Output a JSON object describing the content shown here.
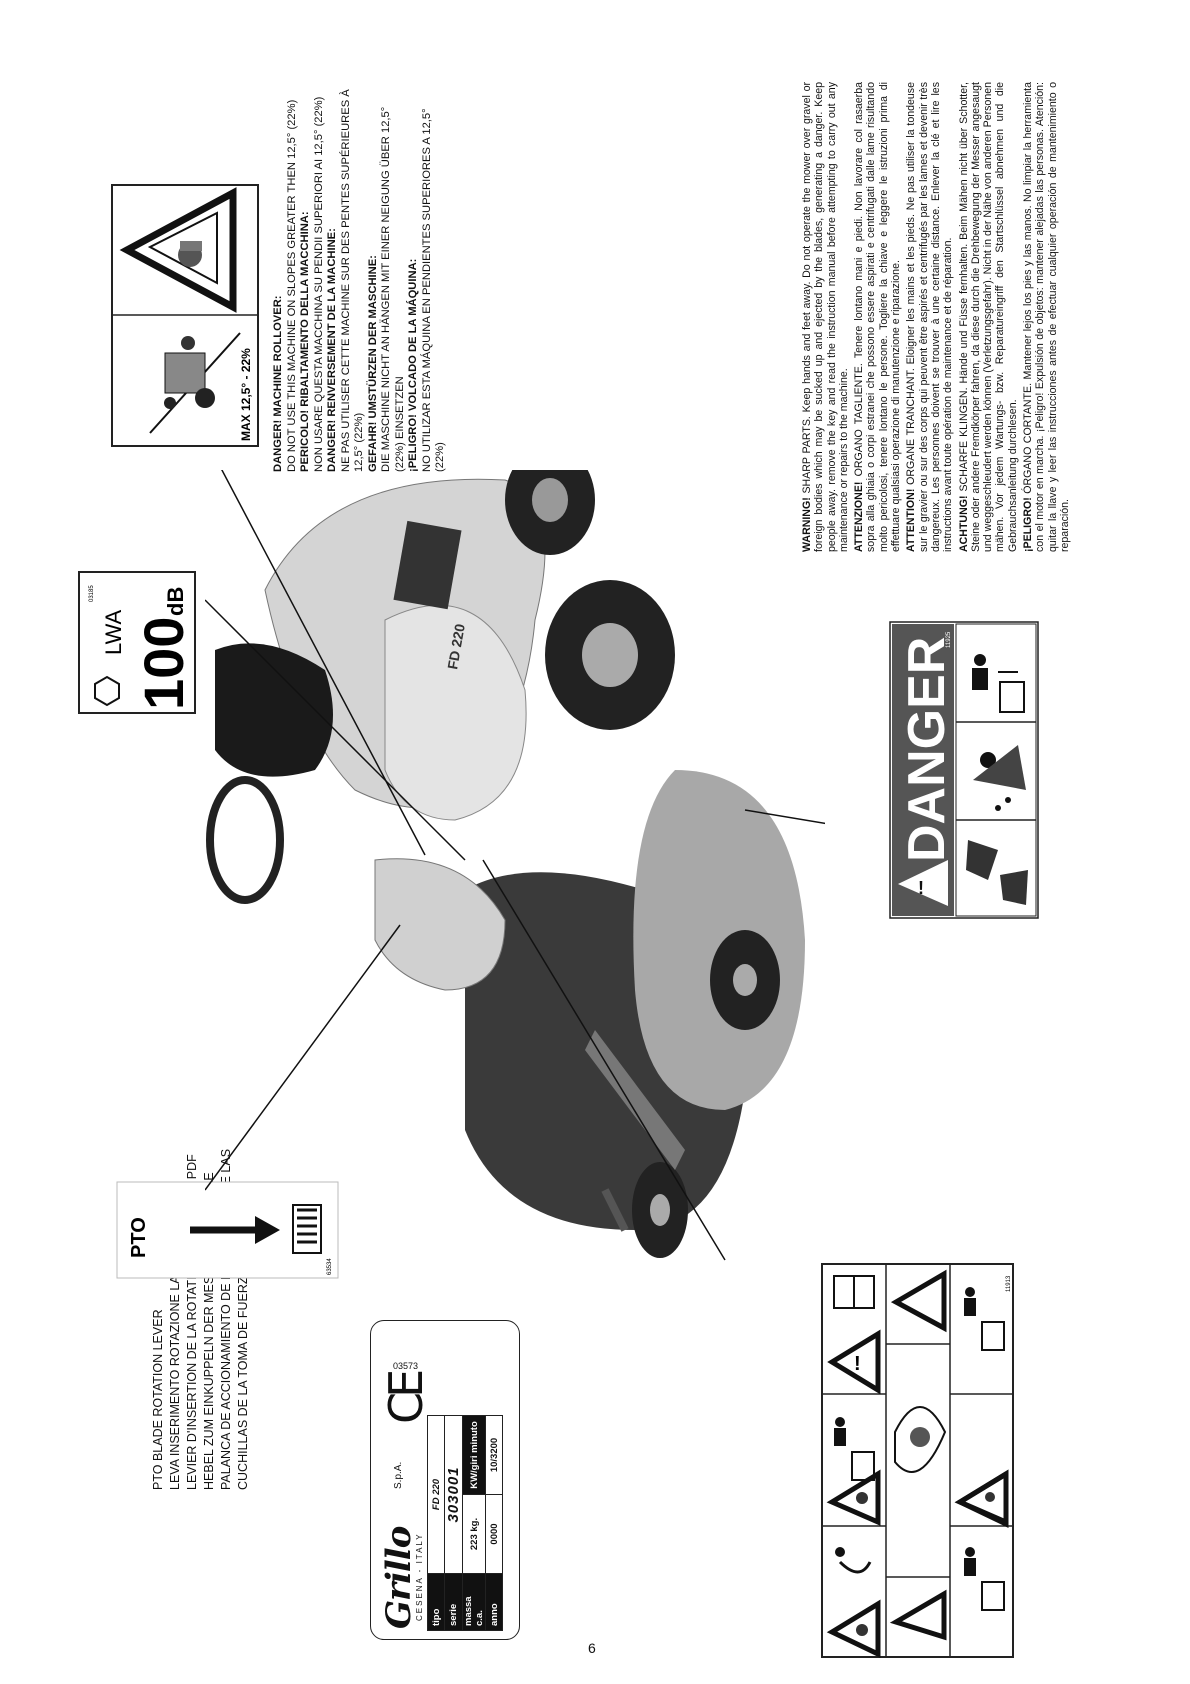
{
  "pto_label": {
    "lines": [
      "PTO BLADE ROTATION LEVER",
      "LEVA INSERIMENTO ROTAZIONE LAME P.T.O.",
      "LEVIER D'INSERTION DE LA ROTATION DES LAMES PDF",
      "HEBEL ZUM EINKUPPELN DER MESSER/ZAPFWELLE",
      "PALANCA DE ACCIONAMIENTO DE LA ROTACIÓN DE LAS",
      "CUCHILLAS DE LA TOMA DE FUERZA"
    ]
  },
  "rollover": {
    "items": [
      {
        "head": "DANGER! MACHINE ROLLOVER:",
        "body": "DO NOT USE THIS MACHINE ON SLOPES GREATER THEN 12,5° (22%)"
      },
      {
        "head": "PERICOLO! RIBALTAMENTO DELLA MACCHINA:",
        "body": "NON USARE QUESTA MACCHINA SU PENDII SUPERIORI AI 12,5° (22%)"
      },
      {
        "head": "DANGER! RENVERSEMENT DE LA MACHINE:",
        "body": "NE PAS UTILISER CETTE MACHINE SUR DES PENTES SUPÉRIEURES À 12,5° (22%)"
      },
      {
        "head": "GEFAHR! UMSTÜRZEN DER MASCHINE:",
        "body": "DIE MASCHINE NICHT AN HÄNGEN MIT EINER NEIGUNG ÜBER 12,5° (22%) EINSETZEN"
      },
      {
        "head": "¡PELIGRO! VOLCADO DE LA MÁQUINA:",
        "body": "NO UTILIZAR ESTA MÁQUINA EN PENDIENTES SUPERIORES A 12,5° (22%)"
      }
    ],
    "sticker_text": "MAX 12,5° - 22%"
  },
  "warnings": [
    {
      "head": "WARNING!",
      "body": " SHARP PARTS. Keep hands and feet away. Do not operate the mower over gravel or foreign bodies which may be sucked up and ejected by the blades, generating a danger. Keep people away. remove the key and read the instruction manual before attempting to carry out any maintenance or repairs to the machine."
    },
    {
      "head": "ATTENZIONE!",
      "body": " ORGANO TAGLIENTE. Tenere lontano mani e piedi. Non lavorare col rasaerba sopra alla ghiaia o corpi estranei che possono essere aspirati e centrifugati dalle lame risultando molto pericolosi, tenere lontano le persone. Togliere la chiave e leggere le istruzioni prima di effettuare qualsiasi operazione di manutenzione e riparazione."
    },
    {
      "head": "ATTENTION!",
      "body": " ORGANE TRANCHANT. Eloigner les mains et les pieds. Ne pas utiliser la tondeuse sur le gravier ou sur des corps qui peuvent être aspirés et centrifugés par les lames et devenir très dangereux. Les personnes doivent se trouver à une certaine distance. Enlever la clé et lire les instructions avant toute opération de maintenance et de réparation."
    },
    {
      "head": "ACHTUNG!",
      "body": " SCHARFE KLINGEN. Hände und Füsse fernhalten. Beim Mähen nicht über Schotter, Steine oder andere Fremdkörper fahren, da diese durch die Drehbewegung der Messer angesaugt und weggeschleudert werden können (Verletzungsgefahr). Nicht in der Nähe von anderen Personen mähen. Vor jedem Wartungs- bzw. Reparatureingriff den Startschlüssel abnehmen und die Gebrauchsanleitung durchlesen."
    },
    {
      "head": "¡PELIGRO!",
      "body": " ÓRGANO CORTANTE. Mantener lejos los pies y las manos. No limpiar la herramienta con el motor en marcha. ¡Peligro! Expulsión de objetos: mantener alejadas las personas. Atención: quitar la llave y leer las instrucciones antes de efectuar cualquier operación de mantenimiento o reparación."
    }
  ],
  "noise_sticker": {
    "value": "100",
    "unit": "dB",
    "label": "LWA",
    "code": "03185"
  },
  "pto_sticker": {
    "label": "PTO",
    "code": "63534"
  },
  "danger_sticker": {
    "title": "DANGER",
    "code": "11925"
  },
  "symbols_sticker": {
    "code": "11913"
  },
  "machine": {
    "model_badge": "FD 220"
  },
  "data_plate": {
    "brand": "Grillo",
    "spa": "S.p.A.",
    "origin": "CESENA - ITALY",
    "ce": "CE",
    "code": "03573",
    "rows": [
      {
        "key": "tipo",
        "value": "FD 220"
      },
      {
        "key": "serie",
        "value": "303001"
      },
      {
        "key": "massa c.a.",
        "value": "223 kg."
      },
      {
        "key": "anno",
        "value": "0000"
      }
    ],
    "kw_label": "KW/giri minuto",
    "kw_value": "10/3200"
  },
  "page_number": "6"
}
